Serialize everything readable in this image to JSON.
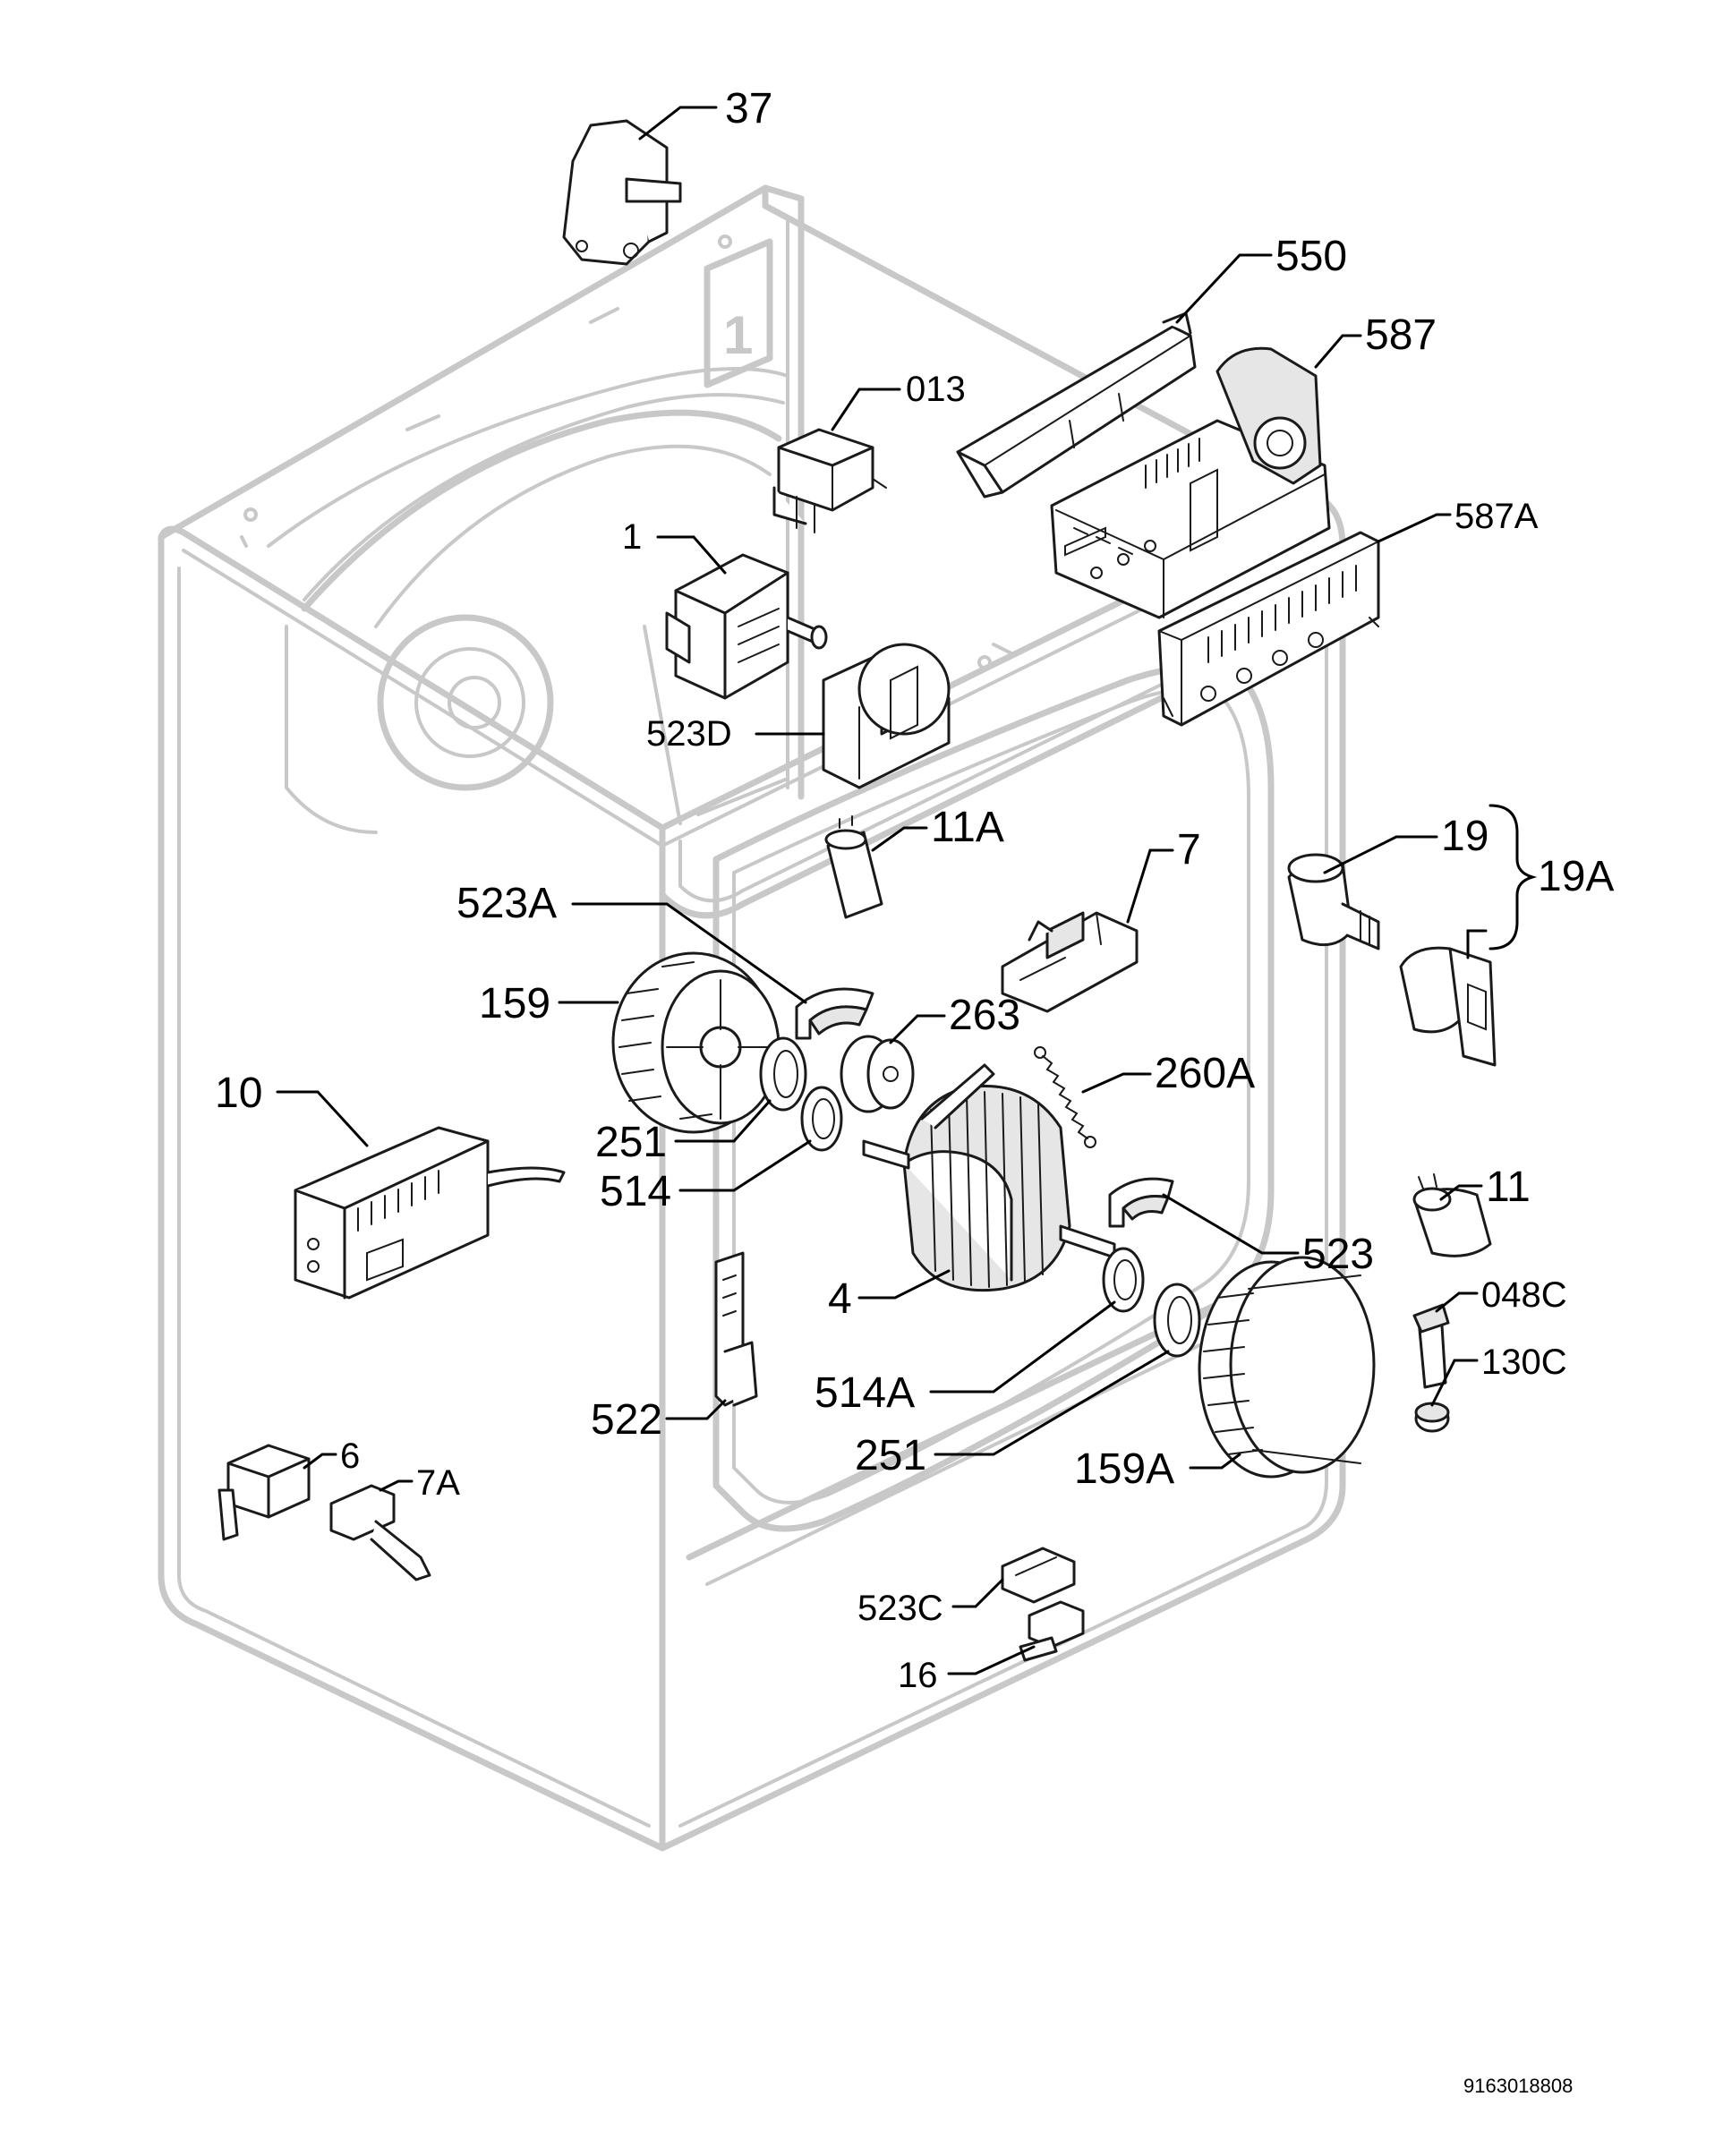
{
  "labels": {
    "p37": "37",
    "p550": "550",
    "p587": "587",
    "p013": "013",
    "p587A": "587A",
    "p1": "1",
    "p523D": "523D",
    "p11A": "11A",
    "p7": "7",
    "p19": "19",
    "p19A": "19A",
    "p523A": "523A",
    "p159": "159",
    "p263": "263",
    "p260A": "260A",
    "p10": "10",
    "p251a": "251",
    "p514": "514",
    "p11": "11",
    "p523": "523",
    "p4": "4",
    "p048C": "048C",
    "p130C": "130C",
    "p514A": "514A",
    "p522": "522",
    "p251b": "251",
    "p159A": "159A",
    "p6": "6",
    "p7A": "7A",
    "p523C": "523C",
    "p16": "16"
  },
  "drawing_number": "9163018808",
  "colors": {
    "cabinet_outline": "#c8c8c8",
    "part_outline": "#1a1a1a",
    "label": "#000000"
  }
}
